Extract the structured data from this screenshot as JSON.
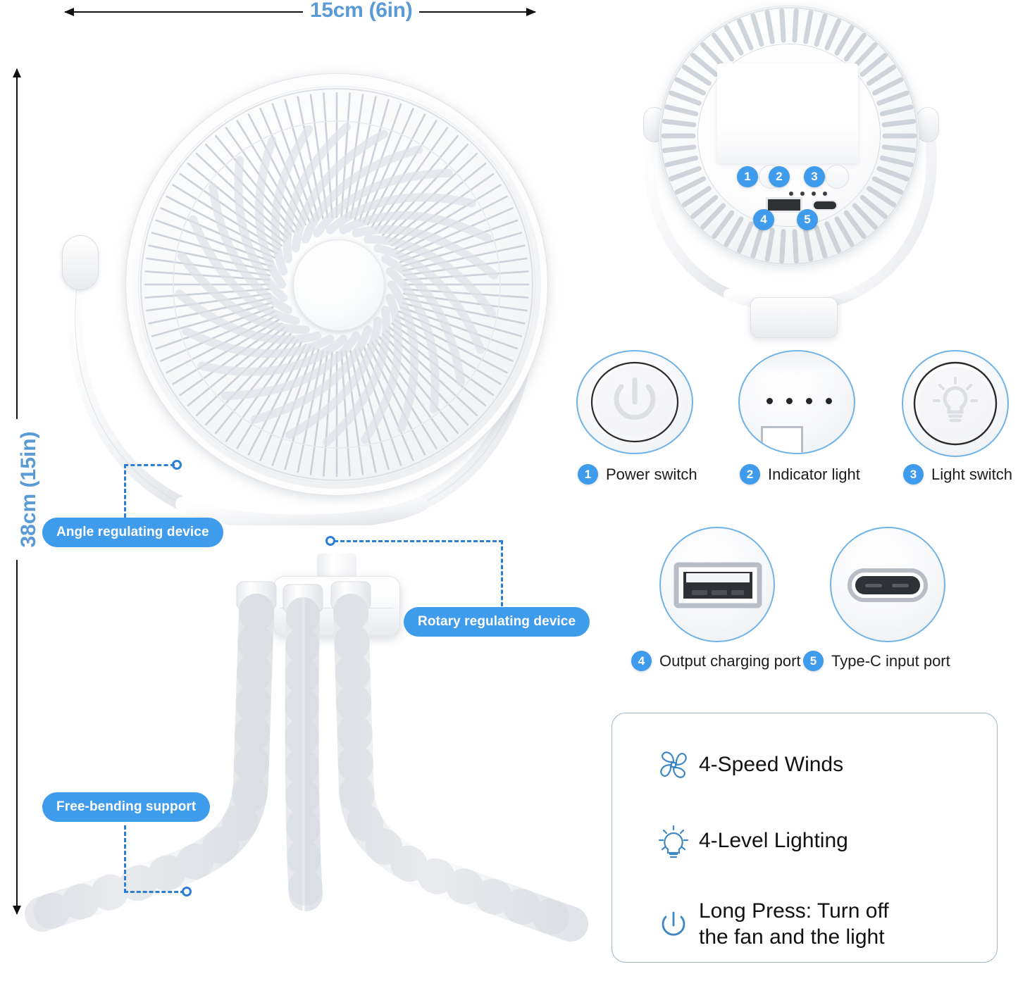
{
  "dimensions": {
    "width_label": "15cm (6in)",
    "height_label": "38cm (15in)"
  },
  "colors": {
    "accent_blue": "#3f9bec",
    "dim_blue": "#5b9bd5",
    "callout_line": "#2b7fd4",
    "detail_ring": "#6fb3e8",
    "text_dark": "#111111"
  },
  "callouts": [
    {
      "id": "angle",
      "label": "Angle regulating device"
    },
    {
      "id": "rotary",
      "label": "Rotary regulating device"
    },
    {
      "id": "bending",
      "label": "Free-bending support"
    }
  ],
  "part_numbers": [
    "1",
    "2",
    "3",
    "4",
    "5"
  ],
  "details": [
    {
      "num": "1",
      "label": "Power switch",
      "icon": "power-button-icon"
    },
    {
      "num": "2",
      "label": "Indicator light",
      "icon": "indicator-dots-icon"
    },
    {
      "num": "3",
      "label": "Light switch",
      "icon": "bulb-button-icon"
    },
    {
      "num": "4",
      "label": "Output charging port",
      "icon": "usb-a-port-icon"
    },
    {
      "num": "5",
      "label": "Type-C input port",
      "icon": "usb-c-port-icon"
    }
  ],
  "features": [
    {
      "icon": "fan-blades-icon",
      "text": "4-Speed Winds"
    },
    {
      "icon": "light-bulb-icon",
      "text": "4-Level Lighting"
    },
    {
      "icon": "power-icon",
      "text": "Long Press: Turn off\nthe fan and the light"
    }
  ]
}
